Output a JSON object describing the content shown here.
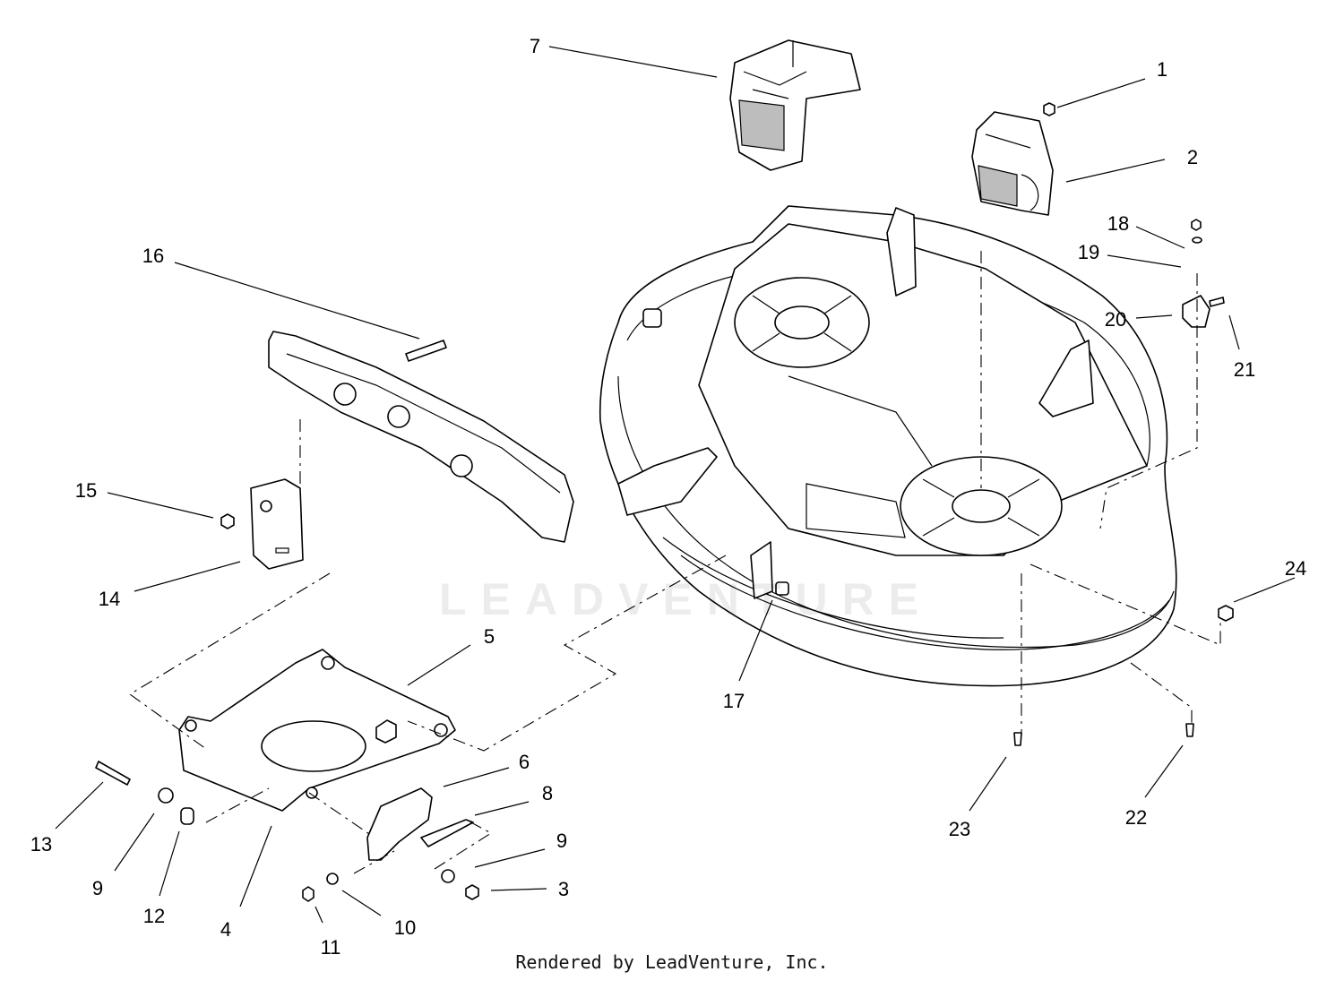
{
  "callouts": [
    {
      "id": "c1",
      "text": "1"
    },
    {
      "id": "c2",
      "text": "2"
    },
    {
      "id": "c3",
      "text": "3"
    },
    {
      "id": "c4",
      "text": "4"
    },
    {
      "id": "c5",
      "text": "5"
    },
    {
      "id": "c6",
      "text": "6"
    },
    {
      "id": "c7",
      "text": "7"
    },
    {
      "id": "c8",
      "text": "8"
    },
    {
      "id": "c9a",
      "text": "9"
    },
    {
      "id": "c9b",
      "text": "9"
    },
    {
      "id": "c10",
      "text": "10"
    },
    {
      "id": "c11",
      "text": "11"
    },
    {
      "id": "c12",
      "text": "12"
    },
    {
      "id": "c13",
      "text": "13"
    },
    {
      "id": "c14",
      "text": "14"
    },
    {
      "id": "c15",
      "text": "15"
    },
    {
      "id": "c16",
      "text": "16"
    },
    {
      "id": "c17",
      "text": "17"
    },
    {
      "id": "c18",
      "text": "18"
    },
    {
      "id": "c19",
      "text": "19"
    },
    {
      "id": "c20",
      "text": "20"
    },
    {
      "id": "c21",
      "text": "21"
    },
    {
      "id": "c22",
      "text": "22"
    },
    {
      "id": "c23",
      "text": "23"
    },
    {
      "id": "c24",
      "text": "24"
    }
  ],
  "footer": "Rendered by LeadVenture, Inc.",
  "watermark": "LEADVENTURE"
}
